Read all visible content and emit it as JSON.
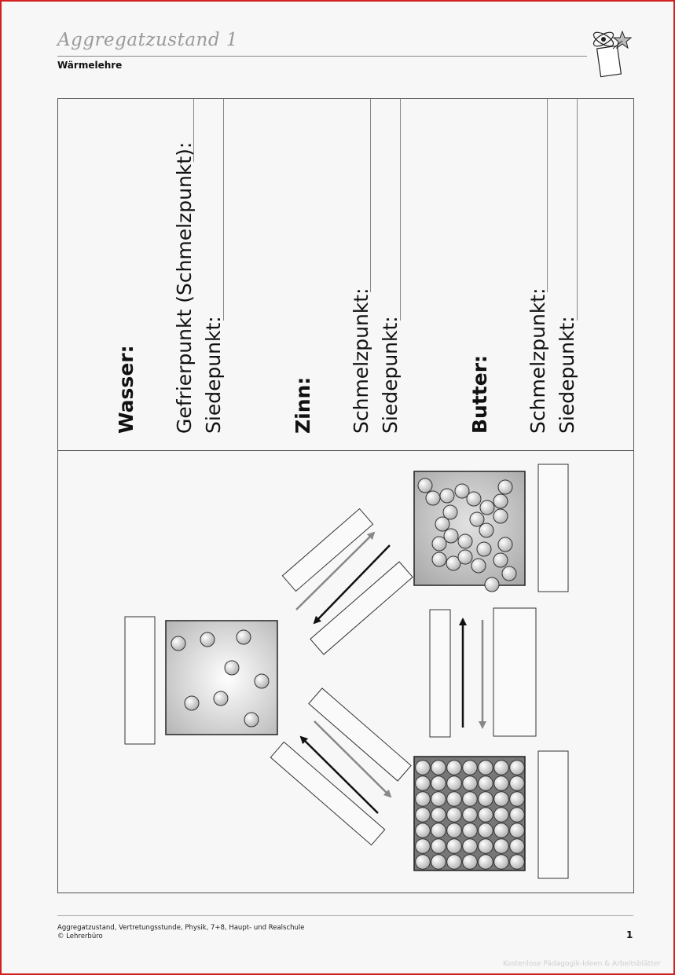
{
  "header": {
    "title": "Aggregatzustand 1",
    "subtitle": "Wärmelehre"
  },
  "substances": [
    {
      "name": "Wasser:",
      "line1": "Gefrierpunkt (Schmelzpunkt):",
      "line2": "Siedepunkt:"
    },
    {
      "name": "Zinn:",
      "line1": "Schmelzpunkt:",
      "line2": "Siedepunkt:"
    },
    {
      "name": "Butter:",
      "line1": "Schmelzpunkt:",
      "line2": "Siedepunkt:"
    }
  ],
  "footer": {
    "line1": "Aggregatzustand, Vertretungsstunde, Physik, 7+8, Haupt- und Realschule",
    "line2": "© Lehrerbüro",
    "page": "1"
  },
  "watermark": "Kostenlose Pädagogik-Ideen & Arbeitsblätter",
  "colors": {
    "frame": "#d31f1f",
    "arrow_dark": "#111111",
    "arrow_gray": "#888888"
  }
}
